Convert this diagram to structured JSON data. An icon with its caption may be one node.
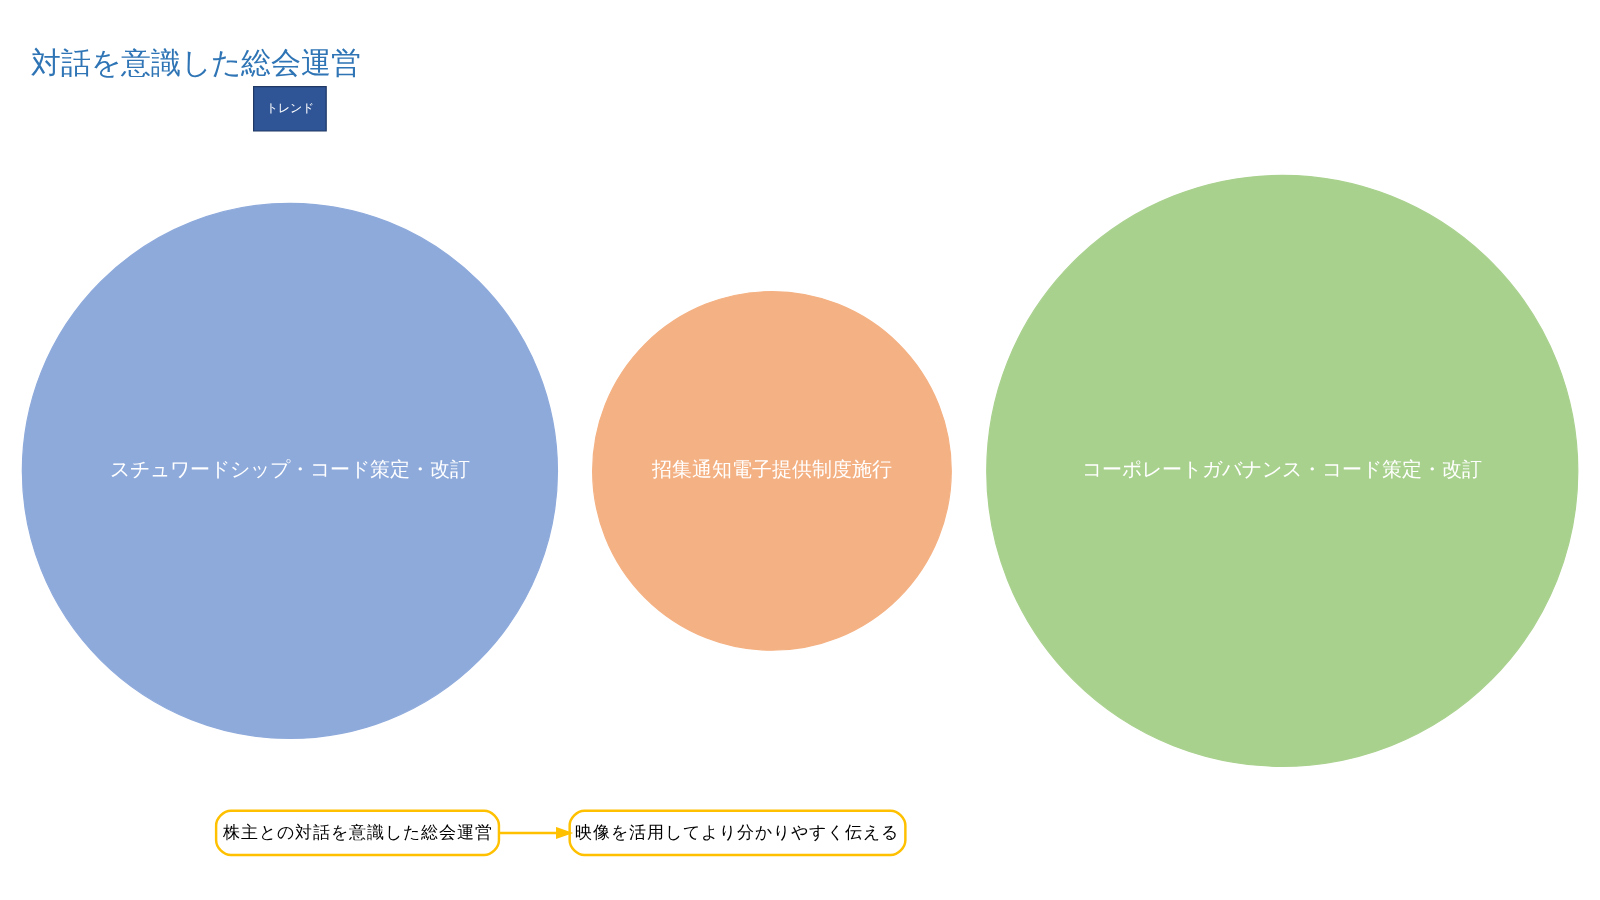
{
  "diagram": {
    "title": "対話を意識した総会運営",
    "nodes": [
      {
        "text": [
          "トレンド"
        ]
      },
      {
        "text": [
          "スチュワードシップ・コード策定・改訂"
        ]
      },
      {
        "text": [
          "コーポレートガバナンス・コード策定・改訂"
        ]
      },
      {
        "text": [
          "招集通知電子提供制度施行"
        ]
      },
      {
        "text": [
          "株主との対話を意識した総会運営"
        ]
      },
      {
        "text": [
          "映像を活用してより分かりやすく伝える"
        ]
      }
    ],
    "edges": [
      {
        "from": 4,
        "to": 5,
        "arrow": "to"
      }
    ]
  }
}
